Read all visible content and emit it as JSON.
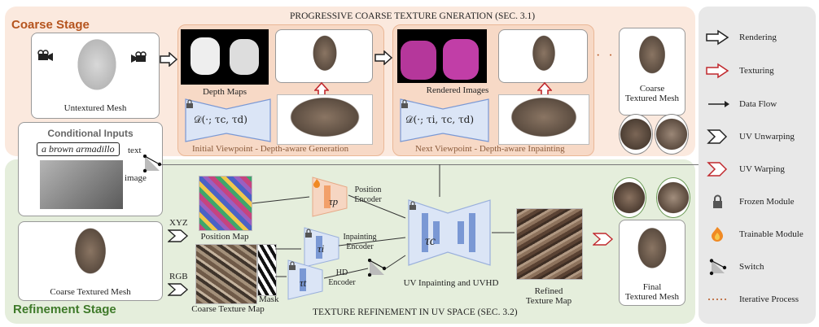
{
  "coarse_stage": {
    "label": "Coarse Stage",
    "section_title": "PROGRESSIVE COARSE TEXTURE GNERATION (SEC. 3.1)",
    "untextured_mesh_label": "Untextured Mesh",
    "depth_maps_label": "Depth Maps",
    "rendered_images_label": "Rendered Images",
    "initial_formula": "𝒟(·; τc, τd)",
    "next_formula": "𝒟(·; τi, τc, τd)",
    "initial_viewpoint_label": "Initial Viewpoint - Depth-aware Generation",
    "next_viewpoint_label": "Next Viewpoint - Depth-aware Inpainting",
    "coarse_textured_mesh_label": "Coarse\nTextured Mesh",
    "ellipsis": "· · ·"
  },
  "conditional_inputs": {
    "title": "Conditional Inputs",
    "prompt_text": "a brown armadillo",
    "text_label": "text",
    "image_label": "image"
  },
  "refinement_stage": {
    "label": "Refinement Stage",
    "section_title": "TEXTURE REFINEMENT IN UV SPACE (SEC. 3.2)",
    "coarse_textured_mesh_label": "Coarse Textured Mesh",
    "xyz_label": "XYZ",
    "rgb_label": "RGB",
    "position_map_label": "Position Map",
    "coarse_texture_map_label": "Coarse Texture Map",
    "mask_label": "Mask",
    "position_encoder_label": "Position\nEncoder",
    "inpainting_encoder_label": "Inpainting\nEncoder",
    "hd_encoder_label": "HD\nEncoder",
    "tau_p": "τp",
    "tau_i": "τi",
    "tau_t": "τt",
    "tau_c": "τc",
    "unet_label": "UV Inpainting and UVHD",
    "refined_texture_label": "Refined\nTexture Map",
    "final_mesh_label": "Final\nTextured Mesh"
  },
  "legend": {
    "items": [
      {
        "label": "Rendering",
        "icon": "rendering-arrow-icon"
      },
      {
        "label": "Texturing",
        "icon": "texturing-arrow-icon"
      },
      {
        "label": "Data Flow",
        "icon": "data-flow-arrow-icon"
      },
      {
        "label": "UV Unwarping",
        "icon": "uv-unwarping-icon"
      },
      {
        "label": "UV Warping",
        "icon": "uv-warping-icon"
      },
      {
        "label": "Frozen Module",
        "icon": "lock-icon"
      },
      {
        "label": "Trainable Module",
        "icon": "fire-icon"
      },
      {
        "label": "Switch",
        "icon": "switch-icon"
      },
      {
        "label": "Iterative Process",
        "icon": "dotted-line-icon"
      }
    ]
  },
  "colors": {
    "coarse_bg": "#fbe9de",
    "refine_bg": "#e5eedc",
    "legend_bg": "#e8e8e8",
    "texturing_red": "#c0282d",
    "coarse_label": "#b5541e",
    "refine_label": "#3f7a2a"
  }
}
